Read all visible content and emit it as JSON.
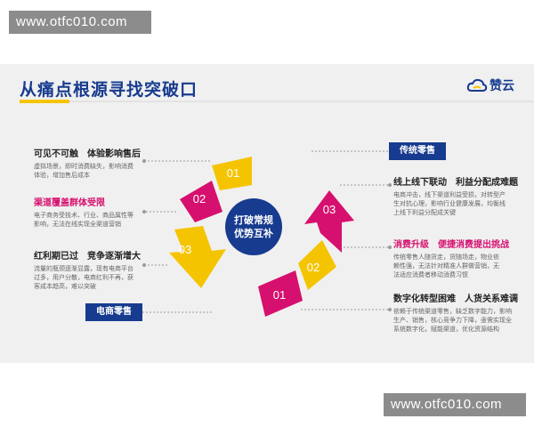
{
  "watermark": {
    "top": "www.otfc010.com",
    "bottom": "www.otfc010.com"
  },
  "slide": {
    "title": "从痛点根源寻找突破口",
    "logo_text": "赞云"
  },
  "center_label": [
    "打破常规",
    "优势互补"
  ],
  "left": {
    "tag": "电商零售",
    "items": [
      {
        "head": "可见不可触　体验影响售后",
        "body": [
          "虚拟场景，即时消费缺失，影响消费",
          "体验，增加售后成本"
        ]
      },
      {
        "head": "渠道覆盖群体受限",
        "body": [
          "电子商务受技术、行业、商品属性等",
          "影响，无法在线实现全渠道营销"
        ]
      },
      {
        "head": "红利期已过　竞争逐渐增大",
        "body": [
          "流量的瓶颈逐渐显露，现有电商平台",
          "过多，用户分散，电商红利不再，获",
          "客成本趋高，难以突破"
        ]
      }
    ],
    "steps": [
      "01",
      "02",
      "03"
    ]
  },
  "right": {
    "tag": "传统零售",
    "items": [
      {
        "head": "线上线下联动　利益分配成难题",
        "body": [
          "电商冲击，线下渠道利益受损，对转型产",
          "生对抗心理，影响行业健康发展，均衡线",
          "上线下利益分配成关键"
        ]
      },
      {
        "head": "消费升级　便捷消费提出挑战",
        "body": [
          "传统零售人随货走，货随场走，物业依",
          "赖性强，无法针对精准人群做营销，无",
          "法适应消费者移动消费习惯"
        ]
      },
      {
        "head": "数字化转型困难　人货关系难调",
        "body": [
          "依赖于传统渠道零售，缺乏数字能力，影响",
          "生产、销售，核心竞争力下降，亟需实现全",
          "系统数字化，赋能渠道，优化资源结构"
        ]
      }
    ],
    "steps": [
      "01",
      "02",
      "03"
    ]
  },
  "colors": {
    "navy": "#173b8f",
    "yellow": "#f5c400",
    "pink": "#d6106e",
    "gray": "#8c8c8c"
  }
}
